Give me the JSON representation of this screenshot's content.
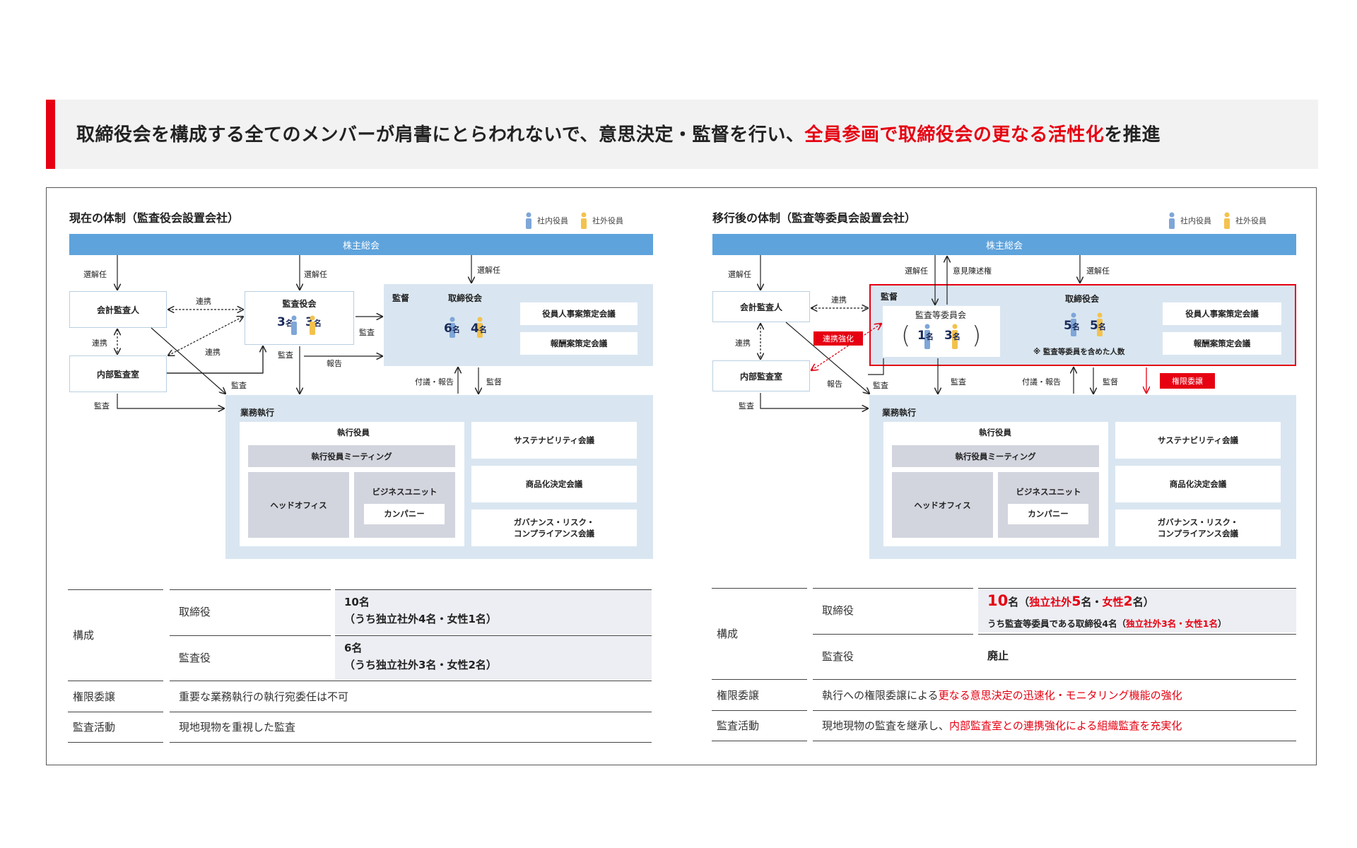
{
  "headline": {
    "text_black": "取締役会を構成する全てのメンバーが肩書にとらわれないで、意思決定・監督を行い、",
    "text_red": "全員参画で取締役会の更なる活性化",
    "text_end": "を推進"
  },
  "legend": {
    "internal": "社内役員",
    "external": "社外役員"
  },
  "left": {
    "title": "現在の体制（監査役会設置会社）",
    "shareholders": "株主総会",
    "auditor": "会計監査人",
    "internal_audit": "内部監査室",
    "kansayakukai": "監査役会",
    "kansayakukai_in": "3",
    "kansayakukai_out": "3",
    "supervise_tag": "監督",
    "board": "取締役会",
    "board_in": "6",
    "board_out": "4",
    "nom_council": "役員人事案策定会議",
    "comp_council": "報酬案策定会議",
    "exec_area": "業務執行",
    "exec_officers": "執行役員",
    "exec_meeting": "執行役員ミーティング",
    "head_office": "ヘッドオフィス",
    "business_unit": "ビジネスユニット",
    "company": "カンパニー",
    "sustain": "サステナビリティ会議",
    "commercial": "商品化決定会議",
    "governance_1": "ガバナンス・リスク・",
    "governance_2": "コンプライアンス会議",
    "lbl_select1": "選解任",
    "lbl_select2": "選解任",
    "lbl_select3": "選解任",
    "lbl_coop1": "連携",
    "lbl_coop2": "連携",
    "lbl_coop3": "連携",
    "lbl_audit1": "監査",
    "lbl_audit2": "監査",
    "lbl_audit3": "監査",
    "lbl_audit4": "監査",
    "lbl_report": "報告",
    "lbl_refer": "付議・報告",
    "lbl_supervise": "監督",
    "name_unit": "名"
  },
  "right": {
    "title": "移行後の体制（監査等委員会設置会社）",
    "shareholders": "株主総会",
    "auditor": "会計監査人",
    "internal_audit": "内部監査室",
    "supervise_tag": "監督",
    "audit_committee": "監査等委員会",
    "ac_in": "1",
    "ac_out": "3",
    "board": "取締役会",
    "board_in": "5",
    "board_out": "5",
    "board_note": "※ 監査等委員を含めた人数",
    "nom_council": "役員人事案策定会議",
    "comp_council": "報酬案策定会議",
    "coop_tag": "連携強化",
    "delegate_tag": "権限委譲",
    "exec_area": "業務執行",
    "exec_officers": "執行役員",
    "exec_meeting": "執行役員ミーティング",
    "head_office": "ヘッドオフィス",
    "business_unit": "ビジネスユニット",
    "company": "カンパニー",
    "sustain": "サステナビリティ会議",
    "commercial": "商品化決定会議",
    "governance_1": "ガバナンス・リスク・",
    "governance_2": "コンプライアンス会議",
    "lbl_select1": "選解任",
    "lbl_select2": "選解任",
    "lbl_select3": "選解任",
    "lbl_opinion": "意見陳述権",
    "lbl_coop1": "連携",
    "lbl_coop2": "連携",
    "lbl_audit1": "監査",
    "lbl_audit2": "監査",
    "lbl_audit3": "監査",
    "lbl_report": "報告",
    "lbl_refer": "付議・報告",
    "lbl_supervise": "監督",
    "name_unit": "名"
  },
  "left_table": {
    "row_composition": "構成",
    "row_directors": "取締役",
    "directors_val_1": "10名",
    "directors_val_2": "（うち独立社外4名・女性1名）",
    "row_auditors": "監査役",
    "auditors_val_1": "6名",
    "auditors_val_2": "（うち独立社外3名・女性2名）",
    "row_delegation": "権限委譲",
    "delegation_val": "重要な業務執行の執行宛委任は不可",
    "row_audit": "監査活動",
    "audit_val": "現地現物を重視した監査"
  },
  "right_table": {
    "row_composition": "構成",
    "row_directors": "取締役",
    "dir_num": "10",
    "dir_unit": "名（",
    "dir_indep": "独立社外",
    "dir_indep_num": "5",
    "dir_mid": "名・",
    "dir_female": "女性",
    "dir_female_num": "2",
    "dir_end": "名）",
    "dir_sub_a": "うち監査等委員である取締役4名（",
    "dir_sub_b": "独立社外3名・女性1名",
    "dir_sub_c": "）",
    "row_auditors": "監査役",
    "auditors_val": "廃止",
    "row_delegation": "権限委譲",
    "delegation_a": "執行への権限委譲による",
    "delegation_b": "更なる意思決定の迅速化・モニタリング機能の強化",
    "row_audit": "監査活動",
    "audit_a": "現地現物の監査を継承し、",
    "audit_b": "内部監査室との連携強化による組織監査を充実化"
  },
  "colors": {
    "accent": "#e60012",
    "bar": "#5ea3dc",
    "panel": "#d9e6f1",
    "internal": "#7ea6d8",
    "external": "#f3c24e"
  }
}
